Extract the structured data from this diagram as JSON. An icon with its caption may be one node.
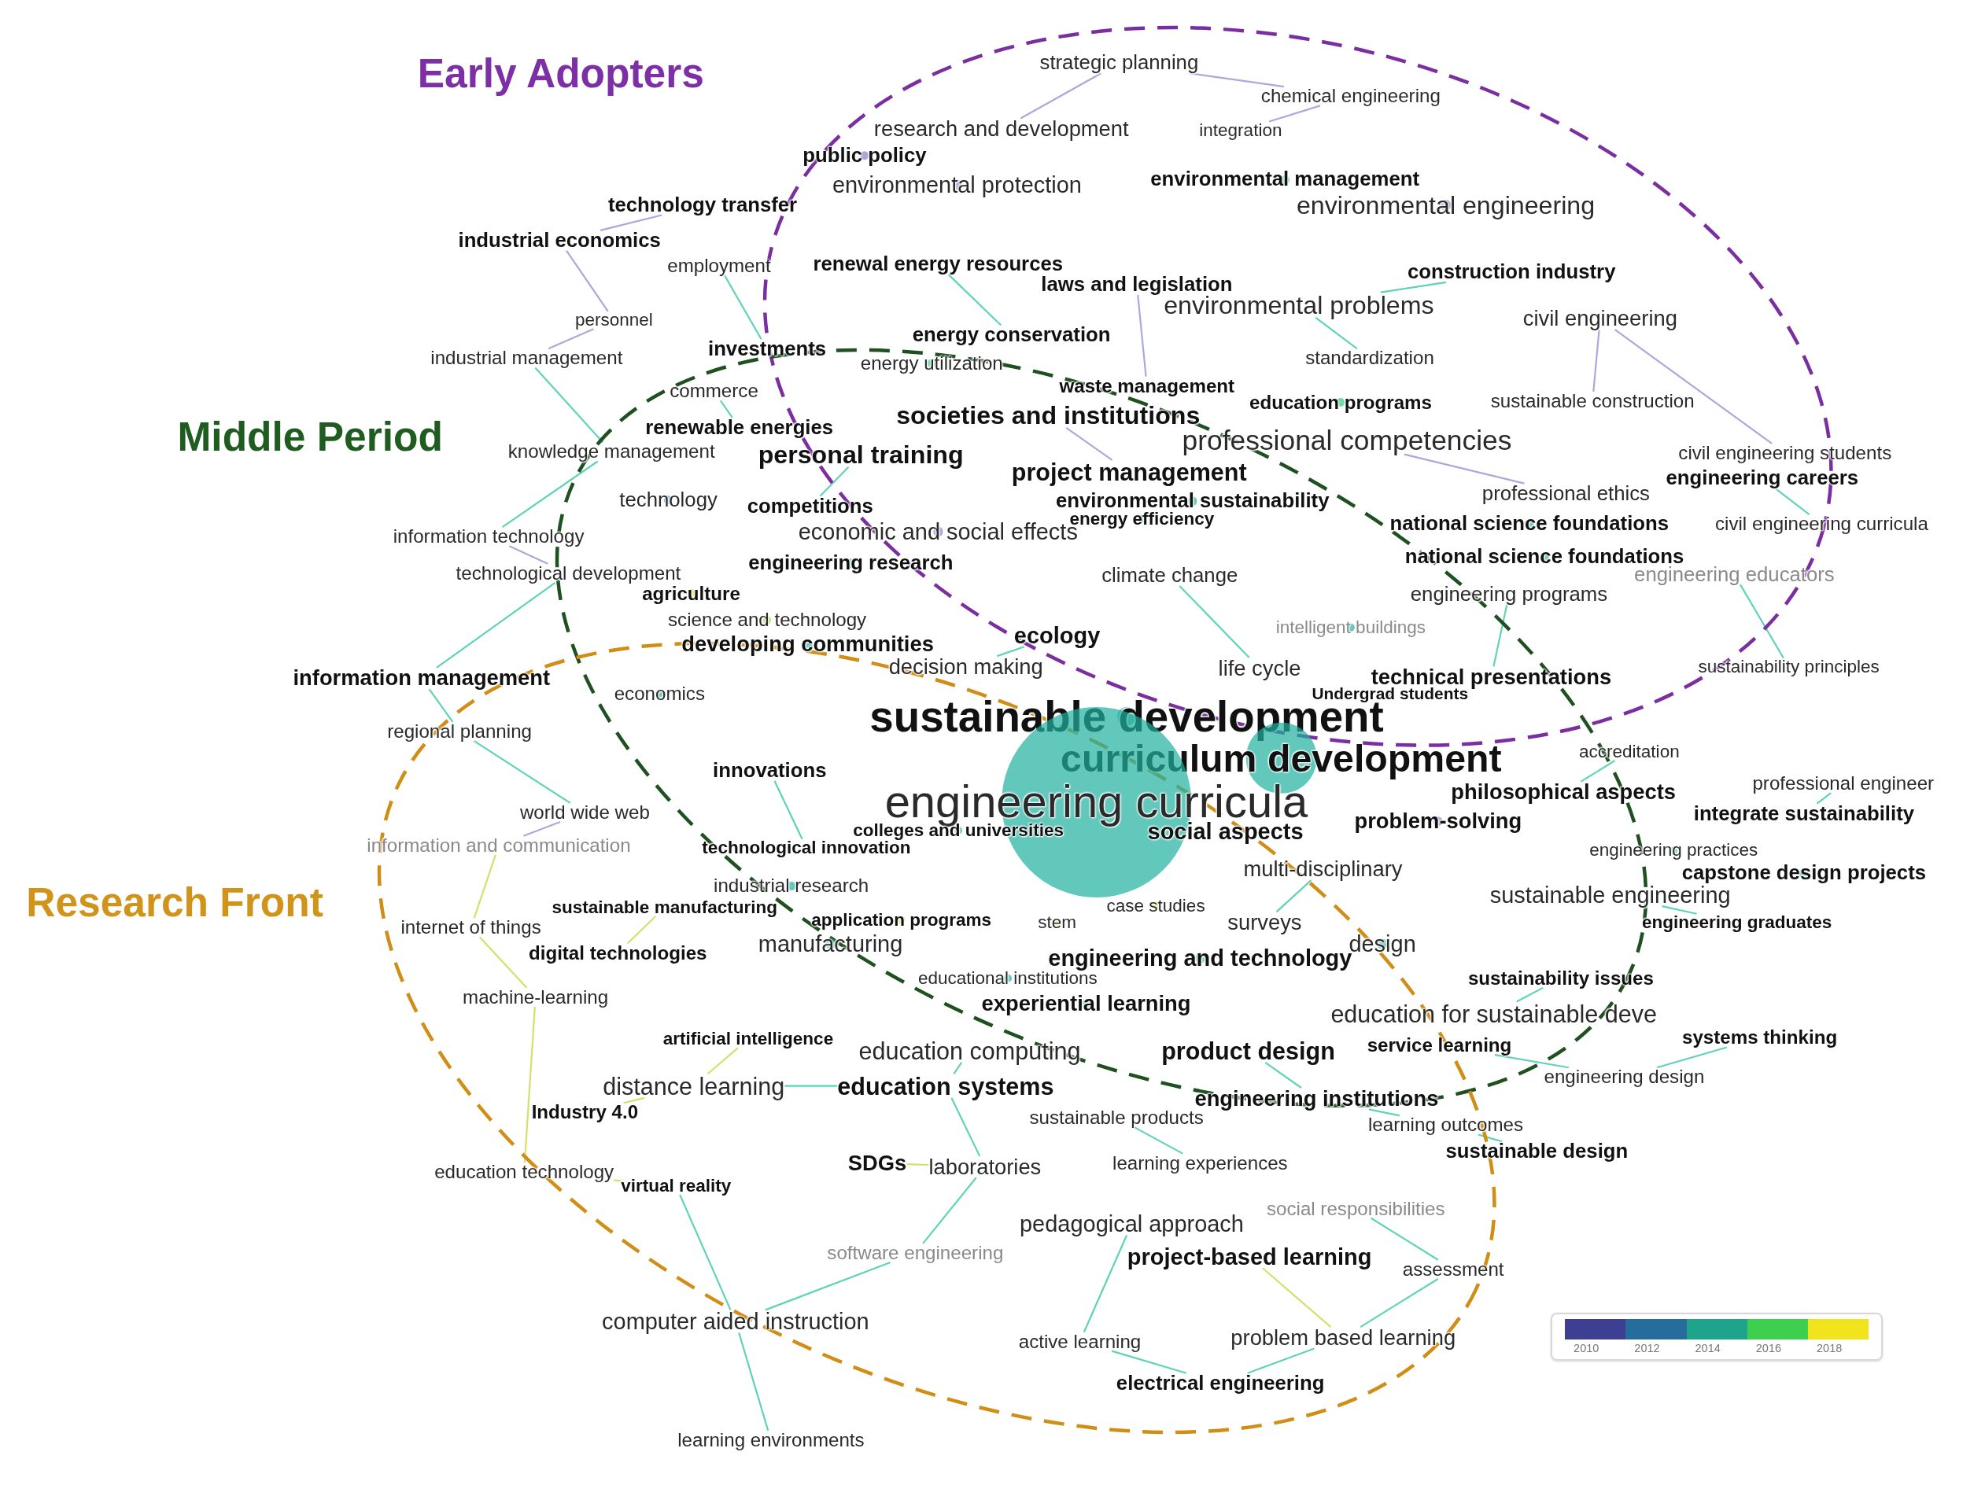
{
  "diagram": {
    "nodes": [
      {
        "text": [
          "strategic planning"
        ]
      },
      {
        "text": [
          "chemical engineering"
        ]
      },
      {
        "text": [
          "research and development"
        ]
      },
      {
        "text": [
          "integration"
        ]
      },
      {
        "text": [
          "public policy"
        ]
      },
      {
        "text": [
          "environmental protection"
        ]
      },
      {
        "text": [
          "environmental management"
        ]
      },
      {
        "text": [
          "technology transfer"
        ]
      },
      {
        "text": [
          "environmental engineering"
        ]
      },
      {
        "text": [
          "industrial economics"
        ]
      },
      {
        "text": [
          "employment"
        ]
      },
      {
        "text": [
          "renewal energy resources"
        ]
      },
      {
        "text": [
          "laws and legislation"
        ]
      },
      {
        "text": [
          "construction industry"
        ]
      },
      {
        "text": [
          "environmental problems"
        ]
      },
      {
        "text": [
          "civil engineering"
        ]
      },
      {
        "text": [
          "personnel"
        ]
      },
      {
        "text": [
          "industrial management"
        ]
      },
      {
        "text": [
          "investments"
        ]
      },
      {
        "text": [
          "energy conservation"
        ]
      },
      {
        "text": [
          "energy utilization"
        ]
      },
      {
        "text": [
          "standardization"
        ]
      },
      {
        "text": [
          "commerce"
        ]
      },
      {
        "text": [
          "waste management"
        ]
      },
      {
        "text": [
          "education programs"
        ]
      },
      {
        "text": [
          "sustainable construction"
        ]
      },
      {
        "text": [
          "renewable energies"
        ]
      },
      {
        "text": [
          "societies and institutions"
        ]
      },
      {
        "text": [
          "knowledge management"
        ]
      },
      {
        "text": [
          "personal training"
        ]
      },
      {
        "text": [
          "professional competencies"
        ]
      },
      {
        "text": [
          "civil engineering students"
        ]
      },
      {
        "text": [
          "engineering careers"
        ]
      },
      {
        "text": [
          "project management"
        ]
      },
      {
        "text": [
          "technology"
        ]
      },
      {
        "text": [
          "competitions"
        ]
      },
      {
        "text": [
          "professional ethics"
        ]
      },
      {
        "text": [
          "environmental sustainability"
        ]
      },
      {
        "text": [
          "information technology"
        ]
      },
      {
        "text": [
          "energy efficiency"
        ]
      },
      {
        "text": [
          "economic and social effects"
        ]
      },
      {
        "text": [
          "national science foundations"
        ]
      },
      {
        "text": [
          "civil engineering curricula"
        ]
      },
      {
        "text": [
          "technological development"
        ]
      },
      {
        "text": [
          "engineering research"
        ]
      },
      {
        "text": [
          "climate change"
        ]
      },
      {
        "text": [
          "national science foundations"
        ]
      },
      {
        "text": [
          "engineering educators"
        ]
      },
      {
        "text": [
          "agriculture"
        ]
      },
      {
        "text": [
          "engineering programs"
        ]
      },
      {
        "text": [
          "science and technology"
        ]
      },
      {
        "text": [
          "intelligent buildings"
        ]
      },
      {
        "text": [
          "ecology"
        ]
      },
      {
        "text": [
          "developing communities"
        ]
      },
      {
        "text": [
          "decision making"
        ]
      },
      {
        "text": [
          "information management"
        ]
      },
      {
        "text": [
          "life cycle"
        ]
      },
      {
        "text": [
          "technical presentations"
        ]
      },
      {
        "text": [
          "sustainability principles"
        ]
      },
      {
        "text": [
          "Undergrad students"
        ]
      },
      {
        "text": [
          "economics"
        ]
      },
      {
        "text": [
          "sustainable development"
        ]
      },
      {
        "text": [
          "regional planning"
        ]
      },
      {
        "text": [
          "accreditation"
        ]
      },
      {
        "text": [
          "curriculum development"
        ]
      },
      {
        "text": [
          "innovations"
        ]
      },
      {
        "text": [
          "professional engineer"
        ]
      },
      {
        "text": [
          "engineering curricula"
        ]
      },
      {
        "text": [
          "philosophical aspects"
        ]
      },
      {
        "text": [
          "integrate sustainability"
        ]
      },
      {
        "text": [
          "world wide web"
        ]
      },
      {
        "text": [
          "problem-solving"
        ]
      },
      {
        "text": [
          "social aspects"
        ]
      },
      {
        "text": [
          "colleges and universities"
        ]
      },
      {
        "text": [
          "information and communication"
        ]
      },
      {
        "text": [
          "technological innovation"
        ]
      },
      {
        "text": [
          "engineering practices"
        ]
      },
      {
        "text": [
          "multi-disciplinary"
        ]
      },
      {
        "text": [
          "capstone design projects"
        ]
      },
      {
        "text": [
          "industrial research"
        ]
      },
      {
        "text": [
          "sustainable engineering"
        ]
      },
      {
        "text": [
          "sustainable manufacturing"
        ]
      },
      {
        "text": [
          "application programs"
        ]
      },
      {
        "text": [
          "case studies"
        ]
      },
      {
        "text": [
          "stem"
        ]
      },
      {
        "text": [
          "surveys"
        ]
      },
      {
        "text": [
          "engineering graduates"
        ]
      },
      {
        "text": [
          "internet of things"
        ]
      },
      {
        "text": [
          "digital technologies"
        ]
      },
      {
        "text": [
          "manufacturing"
        ]
      },
      {
        "text": [
          "design"
        ]
      },
      {
        "text": [
          "engineering and technology"
        ]
      },
      {
        "text": [
          "educational institutions"
        ]
      },
      {
        "text": [
          "sustainability issues"
        ]
      },
      {
        "text": [
          "machine-learning"
        ]
      },
      {
        "text": [
          "experiential learning"
        ]
      },
      {
        "text": [
          "education for sustainable deve"
        ]
      },
      {
        "text": [
          "systems thinking"
        ]
      },
      {
        "text": [
          "artificial intelligence"
        ]
      },
      {
        "text": [
          "education computing"
        ]
      },
      {
        "text": [
          "product design"
        ]
      },
      {
        "text": [
          "service learning"
        ]
      },
      {
        "text": [
          "engineering design"
        ]
      },
      {
        "text": [
          "distance learning"
        ]
      },
      {
        "text": [
          "education systems"
        ]
      },
      {
        "text": [
          "engineering institutions"
        ]
      },
      {
        "text": [
          "Industry 4.0"
        ]
      },
      {
        "text": [
          "sustainable products"
        ]
      },
      {
        "text": [
          "learning outcomes"
        ]
      },
      {
        "text": [
          "sustainable design"
        ]
      },
      {
        "text": [
          "education technology"
        ]
      },
      {
        "text": [
          "virtual reality"
        ]
      },
      {
        "text": [
          "SDGs"
        ]
      },
      {
        "text": [
          "laboratories"
        ]
      },
      {
        "text": [
          "learning experiences"
        ]
      },
      {
        "text": [
          "social responsibilities"
        ]
      },
      {
        "text": [
          "pedagogical approach"
        ]
      },
      {
        "text": [
          "software engineering"
        ]
      },
      {
        "text": [
          "project-based learning"
        ]
      },
      {
        "text": [
          "assessment"
        ]
      },
      {
        "text": [
          "computer aided instruction"
        ]
      },
      {
        "text": [
          "active learning"
        ]
      },
      {
        "text": [
          "problem based learning"
        ]
      },
      {
        "text": [
          "electrical engineering"
        ]
      },
      {
        "text": [
          "learning environments"
        ]
      }
    ],
    "edges": [
      {
        "from": 0,
        "to": 2,
        "arrow": "none",
        "color": "#aaa8dd"
      },
      {
        "from": 0,
        "to": 1,
        "arrow": "none",
        "color": "#aaa8dd"
      },
      {
        "from": 1,
        "to": 3,
        "arrow": "none",
        "color": "#aaa8dd"
      },
      {
        "from": 7,
        "to": 9,
        "arrow": "none",
        "color": "#aaa8dd"
      },
      {
        "from": 9,
        "to": 16,
        "arrow": "none",
        "color": "#aaa8dd"
      },
      {
        "from": 16,
        "to": 17,
        "arrow": "none",
        "color": "#aaa8dd"
      },
      {
        "from": 17,
        "to": 28,
        "arrow": "none"
      },
      {
        "from": 28,
        "to": 38,
        "arrow": "none"
      },
      {
        "from": 38,
        "to": 43,
        "arrow": "none",
        "color": "#aaa8dd"
      },
      {
        "from": 43,
        "to": 55,
        "arrow": "none"
      },
      {
        "from": 55,
        "to": 62,
        "arrow": "none"
      },
      {
        "from": 62,
        "to": 70,
        "arrow": "none"
      },
      {
        "from": 70,
        "to": 74,
        "arrow": "none",
        "color": "#aaa8dd"
      },
      {
        "from": 74,
        "to": 87,
        "arrow": "none",
        "color": "#d4e06a"
      },
      {
        "from": 87,
        "to": 94,
        "arrow": "none",
        "color": "#d4e06a"
      },
      {
        "from": 94,
        "to": 110,
        "arrow": "none",
        "color": "#d4e06a"
      },
      {
        "from": 110,
        "to": 111,
        "arrow": "none",
        "color": "#d4e06a"
      },
      {
        "from": 120,
        "to": 124,
        "arrow": "none"
      },
      {
        "from": 120,
        "to": 111,
        "arrow": "none"
      },
      {
        "from": 121,
        "to": 123,
        "arrow": "none"
      },
      {
        "from": 122,
        "to": 123,
        "arrow": "none"
      },
      {
        "from": 119,
        "to": 122,
        "arrow": "none"
      },
      {
        "from": 118,
        "to": 122,
        "arrow": "none",
        "color": "#d4e06a"
      },
      {
        "from": 116,
        "to": 121,
        "arrow": "none"
      },
      {
        "from": 117,
        "to": 120,
        "arrow": "none"
      },
      {
        "from": 113,
        "to": 117,
        "arrow": "none"
      },
      {
        "from": 112,
        "to": 113,
        "arrow": "none",
        "color": "#d4e06a"
      },
      {
        "from": 104,
        "to": 113,
        "arrow": "none"
      },
      {
        "from": 103,
        "to": 104,
        "arrow": "none"
      },
      {
        "from": 103,
        "to": 106,
        "arrow": "none",
        "color": "#d4e06a"
      },
      {
        "from": 99,
        "to": 104,
        "arrow": "none"
      },
      {
        "from": 98,
        "to": 103,
        "arrow": "none",
        "color": "#d4e06a"
      },
      {
        "from": 100,
        "to": 105,
        "arrow": "none"
      },
      {
        "from": 105,
        "to": 108,
        "arrow": "none"
      },
      {
        "from": 108,
        "to": 109,
        "arrow": "none"
      },
      {
        "from": 101,
        "to": 102,
        "arrow": "none"
      },
      {
        "from": 97,
        "to": 102,
        "arrow": "none"
      },
      {
        "from": 93,
        "to": 96,
        "arrow": "none"
      },
      {
        "from": 85,
        "to": 77,
        "arrow": "none"
      },
      {
        "from": 80,
        "to": 86,
        "arrow": "none"
      },
      {
        "from": 69,
        "to": 66,
        "arrow": "none"
      },
      {
        "from": 68,
        "to": 63,
        "arrow": "none"
      },
      {
        "from": 58,
        "to": 47,
        "arrow": "none"
      },
      {
        "from": 42,
        "to": 32,
        "arrow": "none"
      },
      {
        "from": 31,
        "to": 15,
        "arrow": "none",
        "color": "#aaa8dd"
      },
      {
        "from": 15,
        "to": 25,
        "arrow": "none",
        "color": "#aaa8dd"
      },
      {
        "from": 30,
        "to": 36,
        "arrow": "none",
        "color": "#aaa8dd"
      },
      {
        "from": 14,
        "to": 21,
        "arrow": "none"
      },
      {
        "from": 14,
        "to": 13,
        "arrow": "none"
      },
      {
        "from": 27,
        "to": 33,
        "arrow": "none",
        "color": "#aaa8dd"
      },
      {
        "from": 29,
        "to": 35,
        "arrow": "none"
      },
      {
        "from": 52,
        "to": 54,
        "arrow": "none"
      },
      {
        "from": 56,
        "to": 45,
        "arrow": "none"
      },
      {
        "from": 57,
        "to": 49,
        "arrow": "none"
      },
      {
        "from": 10,
        "to": 18,
        "arrow": "none"
      },
      {
        "from": 22,
        "to": 26,
        "arrow": "none"
      },
      {
        "from": 11,
        "to": 19,
        "arrow": "none"
      },
      {
        "from": 12,
        "to": 23,
        "arrow": "none",
        "color": "#aaa8dd"
      },
      {
        "from": 65,
        "to": 75,
        "arrow": "none"
      },
      {
        "from": 88,
        "to": 81,
        "arrow": "none",
        "color": "#d4e06a"
      },
      {
        "from": 107,
        "to": 114,
        "arrow": "none"
      },
      {
        "from": 115,
        "to": 119,
        "arrow": "none"
      }
    ],
    "labels": [
      "Early Adopters",
      "Middle Period",
      "Research Front"
    ],
    "legend": [
      {
        "text": "2010",
        "color": "#3d3f92"
      },
      {
        "text": "2012",
        "color": "#266c9c"
      },
      {
        "text": "2014",
        "color": "#1ea38c"
      },
      {
        "text": "2016",
        "color": "#3ecf4f"
      },
      {
        "text": "2018",
        "color": "#f2e41c"
      }
    ]
  }
}
